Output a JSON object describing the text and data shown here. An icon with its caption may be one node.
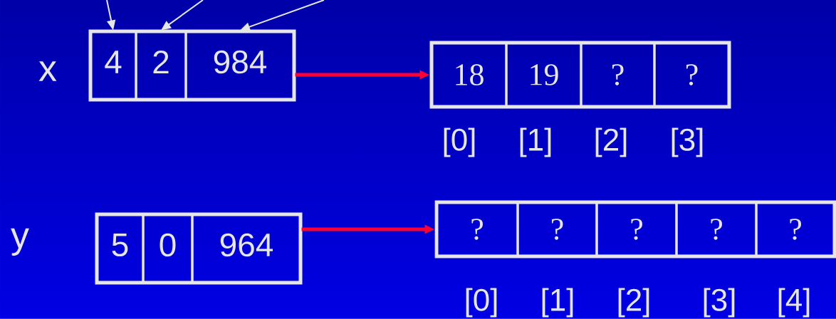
{
  "diagram": {
    "nodes": [
      {
        "text": [],
        "shape": "box",
        "beside": [
          "x"
        ]
      },
      {
        "text": [
          "4"
        ],
        "in": 0
      },
      {
        "text": [
          "2"
        ],
        "in": 0
      },
      {
        "text": [
          "984"
        ],
        "in": 0
      },
      {
        "text": [],
        "shape": "box"
      },
      {
        "text": [
          "18"
        ],
        "in": 4,
        "beside": [
          "[0]"
        ]
      },
      {
        "text": [
          "19"
        ],
        "in": 4,
        "beside": [
          "[1]"
        ]
      },
      {
        "text": [
          "?"
        ],
        "in": 4,
        "beside": [
          "[2]"
        ]
      },
      {
        "text": [
          "?"
        ],
        "in": 4,
        "beside": [
          "[3]"
        ]
      },
      {
        "text": [],
        "shape": "box",
        "beside": [
          "y"
        ]
      },
      {
        "text": [
          "5"
        ],
        "in": 9
      },
      {
        "text": [
          "0"
        ],
        "in": 9
      },
      {
        "text": [
          "964"
        ],
        "in": 9
      },
      {
        "text": [],
        "shape": "box"
      },
      {
        "text": [
          "?"
        ],
        "in": 13,
        "beside": [
          "[0]"
        ]
      },
      {
        "text": [
          "?"
        ],
        "in": 13,
        "beside": [
          "[1]"
        ]
      },
      {
        "text": [
          "?"
        ],
        "in": 13,
        "beside": [
          "[2]"
        ]
      },
      {
        "text": [
          "?"
        ],
        "in": 13,
        "beside": [
          "[3]"
        ]
      },
      {
        "text": [
          "?"
        ],
        "in": 13,
        "beside": [
          "[4]"
        ]
      }
    ],
    "edges": [
      {
        "from": null,
        "to": 1,
        "arrow": "to"
      },
      {
        "from": null,
        "to": 2,
        "arrow": "to"
      },
      {
        "from": null,
        "to": 3,
        "arrow": "to"
      },
      {
        "from": 3,
        "to": 4,
        "arrow": "to",
        "style": "thick",
        "color": "#ff0033"
      },
      {
        "from": 12,
        "to": 13,
        "arrow": "to",
        "style": "thick",
        "color": "#ff0033"
      }
    ]
  }
}
